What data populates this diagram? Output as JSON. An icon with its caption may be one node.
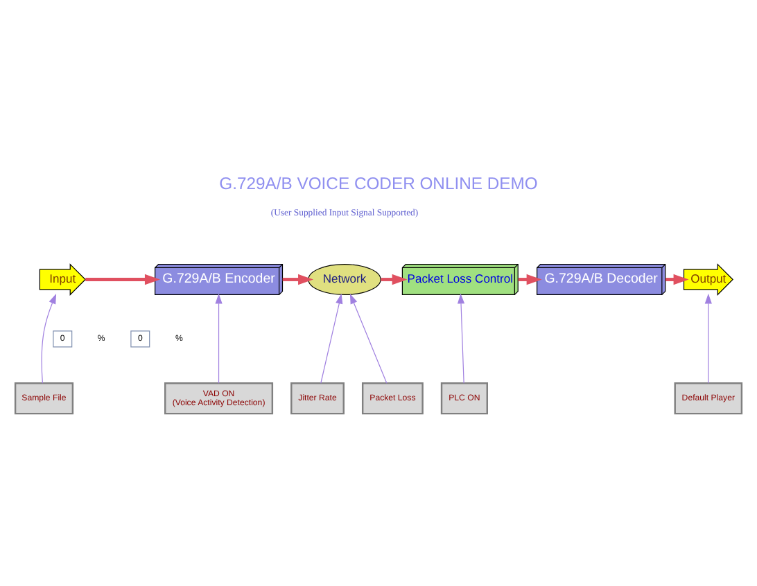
{
  "diagram": {
    "title": "G.729A/B VOICE CODER ONLINE DEMO",
    "nodes": [
      {
        "text": [
          "Input"
        ]
      },
      {
        "text": [
          "G.729A/B Encoder"
        ]
      },
      {
        "text": [
          "Network"
        ]
      },
      {
        "text": [
          "Packet Loss Control"
        ]
      },
      {
        "text": [
          "G.729A/B Decoder"
        ]
      },
      {
        "text": [
          "Output"
        ]
      },
      {
        "text": [
          "Sample File"
        ]
      },
      {
        "text": [
          "VAD ON",
          "(Voice Activity Detection)"
        ]
      },
      {
        "text": [
          "Jitter Rate"
        ]
      },
      {
        "text": [
          "Packet Loss"
        ]
      },
      {
        "text": [
          "PLC ON"
        ]
      },
      {
        "text": [
          "Default Player"
        ]
      }
    ],
    "edges": [
      {
        "from": 0,
        "to": 1,
        "arrow": "to",
        "style": "thick",
        "color": "#e05060"
      },
      {
        "from": 1,
        "to": 2,
        "arrow": "to",
        "style": "thick",
        "color": "#e05060"
      },
      {
        "from": 2,
        "to": 3,
        "arrow": "to",
        "style": "thick",
        "color": "#e05060"
      },
      {
        "from": 3,
        "to": 4,
        "arrow": "to",
        "style": "thick",
        "color": "#e05060"
      },
      {
        "from": 4,
        "to": 5,
        "arrow": "to",
        "style": "thick",
        "color": "#e05060"
      },
      {
        "from": 6,
        "to": 0,
        "arrow": "to"
      },
      {
        "from": 7,
        "to": 1,
        "arrow": "to"
      },
      {
        "from": 8,
        "to": 2,
        "arrow": "to"
      },
      {
        "from": 9,
        "to": 2,
        "arrow": "to"
      },
      {
        "from": 10,
        "to": 3,
        "arrow": "to"
      },
      {
        "from": 11,
        "to": 5,
        "arrow": "to"
      }
    ],
    "labels": [
      "(User Supplied Input Signal Supported)",
      "0",
      "%",
      "0",
      "%"
    ]
  }
}
